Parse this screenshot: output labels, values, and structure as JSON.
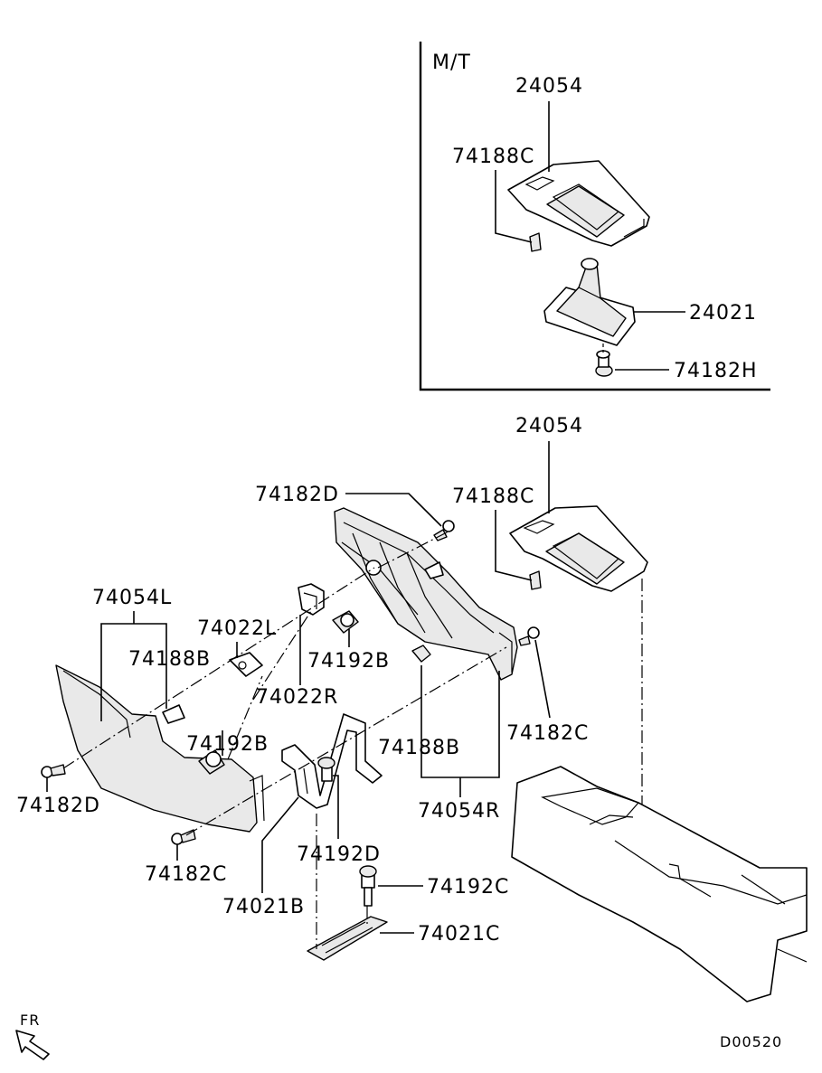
{
  "inset": {
    "title": "M/T",
    "labels": [
      "24054",
      "74188C",
      "24021",
      "74182H"
    ]
  },
  "main": {
    "labels": [
      "24054",
      "74182D",
      "74188C",
      "74054L",
      "74022L",
      "74188B",
      "74192B",
      "74022R",
      "74192B",
      "74188B",
      "74182C",
      "74182D",
      "74054R",
      "74192D",
      "74182C",
      "74021B",
      "74192C",
      "74021C"
    ]
  },
  "orientation": {
    "text": "FR"
  },
  "diagram_code": "D00520",
  "colors": {
    "line": "#000000",
    "background": "#ffffff",
    "fill": "#e9e9e9"
  }
}
